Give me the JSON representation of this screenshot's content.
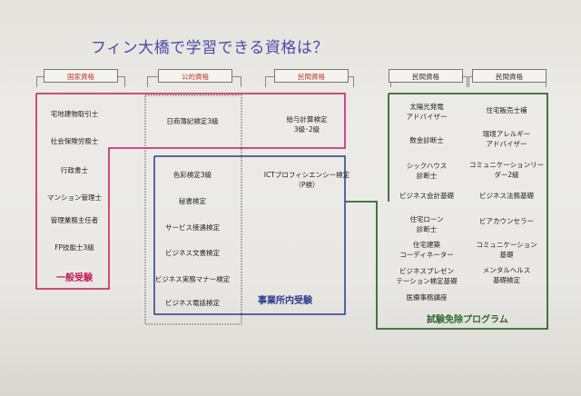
{
  "title": "フィン大橋で学習できる資格は？",
  "headers": {
    "kokka": "国家資格",
    "koteki": "公的資格",
    "minkan1": "民間資格",
    "minkan2": "民間資格",
    "minkan3": "民間資格"
  },
  "col_kokka": [
    "宅地建物取引士",
    "社会保険労務士",
    "行政書士",
    "マンション管理士",
    "管理業務主任者",
    "FP技能士3級"
  ],
  "col_koteki_top": [
    "日商簿記検定3級"
  ],
  "col_koteki": [
    "色彩検定3級",
    "秘書検定",
    "サービス接遇検定",
    "ビジネス文書検定",
    "ビジネス実務マナー検定",
    "ビジネス電話検定"
  ],
  "col_minkan1": [
    "給与計算検定\n3級･2級",
    "ICTプロフィシエンシー検定\n（P検）"
  ],
  "col_minkan2": [
    "太陽光発電\nアドバイザー",
    "数金診断士",
    "シックハウス\n診断士",
    "ビジネス会計基礎",
    "住宅ローン\n診断士",
    "住宅建築\nコーディネーター",
    "ビジネスプレゼン\nテーション検定基礎",
    "医療事務講座"
  ],
  "col_minkan3": [
    "住宅販売士補",
    "環境アレルギー\nアドバイザー",
    "コミュニケーションリー\nダー2級",
    "ビジネス法務基礎",
    "ビアカウンセラー",
    "コミュニケーション\n基礎",
    "メンタルヘルス\n基礎検定"
  ],
  "labels": {
    "ippan": "一般受験",
    "jigyousho": "事業所内受験",
    "shiken": "試験免除プログラム"
  },
  "colors": {
    "ippan": "#c2185b",
    "jigyousho": "#2b3a8c",
    "shiken": "#2e6b2e",
    "title": "#4a4aa8"
  }
}
